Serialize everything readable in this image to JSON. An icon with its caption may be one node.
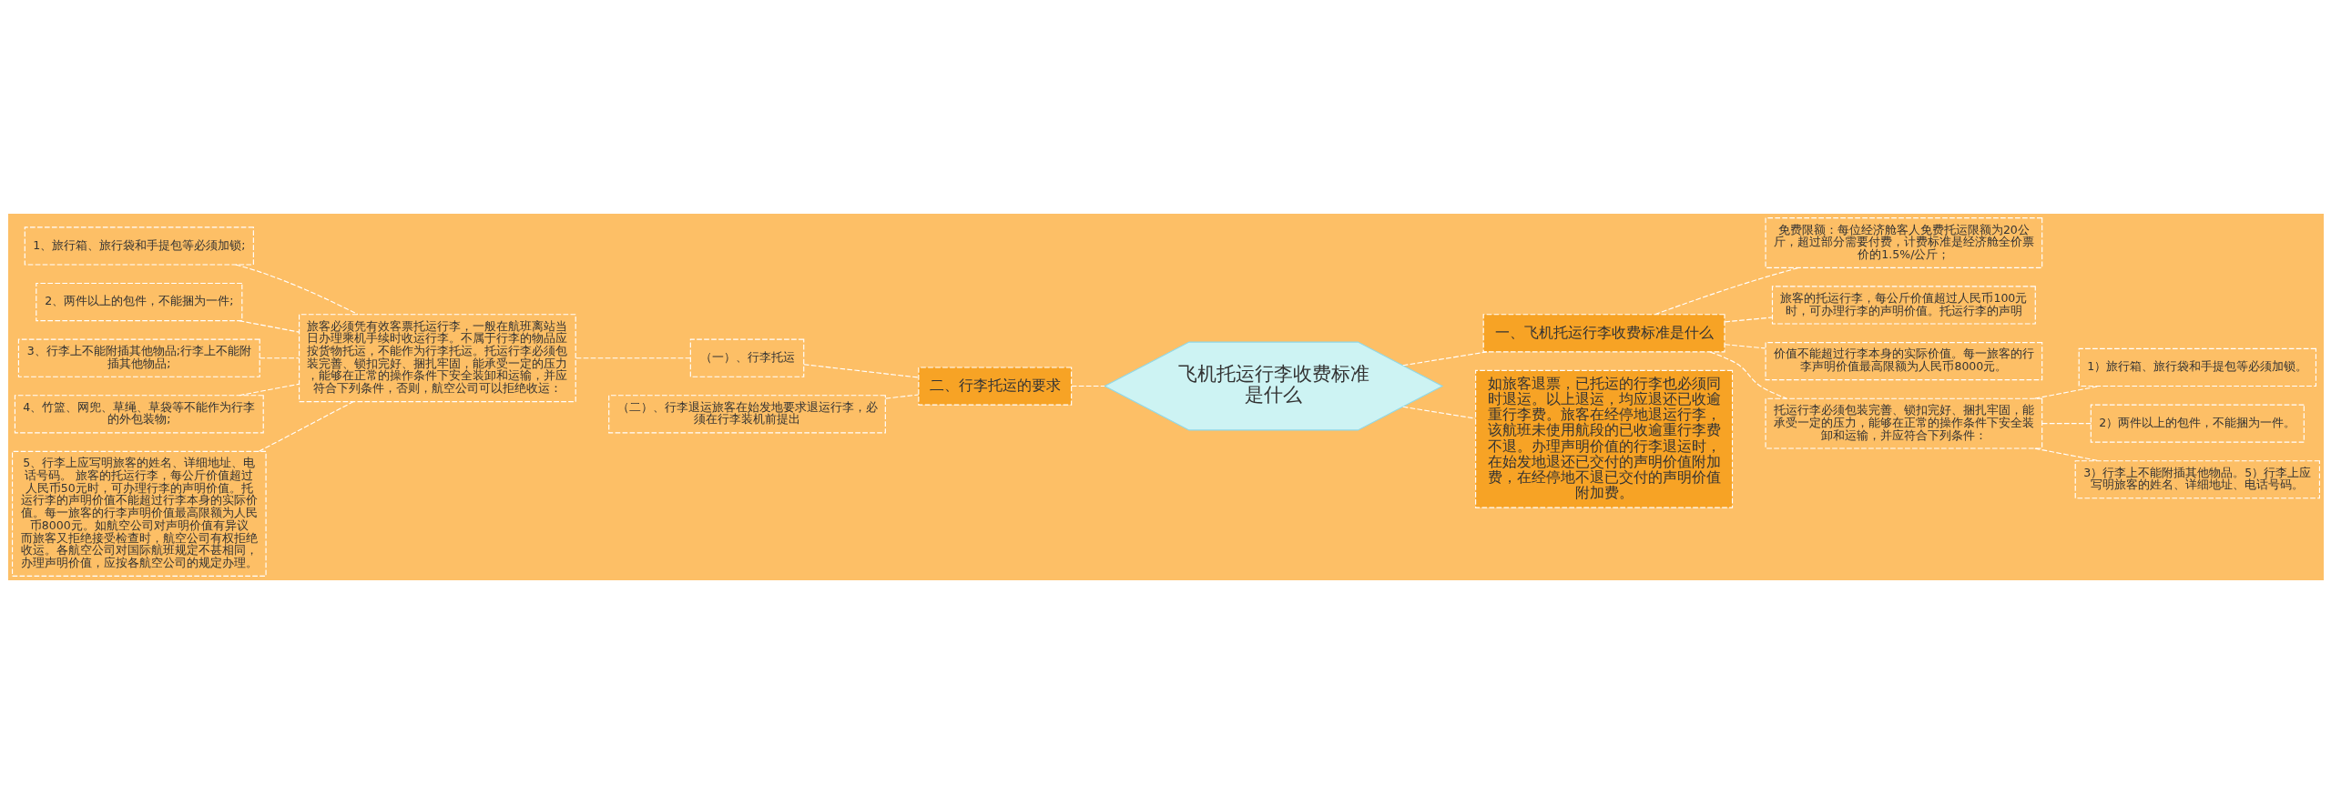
{
  "diagram": {
    "nodes": [
      {
        "text": [
          "飞机托运行李收费标准是什么"
        ]
      },
      {
        "text": [
          "一、飞机托运行李收费标准是什么"
        ]
      },
      {
        "text": [
          "免费限额：每位经济舱客人免费托运限额为20公斤，超过部分需要付费，计费标准是经济舱全价票价的1.5%/公斤；"
        ]
      },
      {
        "text": [
          "旅客的托运行李，每公斤价值超过人民币100元时，可办理行李的声明价值。托运行李的声明"
        ]
      },
      {
        "text": [
          "价值不能超过行李本身的实际价值。每一旅客的行李声明价值最高限额为人民币8000元。"
        ]
      },
      {
        "text": [
          "托运行李必须包装完善、锁扣完好、捆扎牢固，能承受一定的压力，能够在正常的操作条件下安全装卸和运输，并应符合下列条件："
        ]
      },
      {
        "text": [
          "1）旅行箱、旅行袋和手提包等必须加锁。"
        ]
      },
      {
        "text": [
          "2）两件以上的包件，不能捆为一件。"
        ]
      },
      {
        "text": [
          "3）行李上不能附插其他物品。5）行李上应写明旅客的姓名、详细地址、电话号码。"
        ]
      },
      {
        "text": [
          "如旅客退票，已托运的行李也必须同时退运。以上退运，均应退还已收逾重行李费。旅客在经停地退运行李，该航班未使用航段的已收逾重行李费不退。办理声明价值的行李退运时，在始发地退还已交付的声明价值附加费，在经停地不退已交付的声明价值附加费。"
        ]
      },
      {
        "text": [
          "二、行李托运的要求"
        ]
      },
      {
        "text": [
          "（一）、行李托运"
        ]
      },
      {
        "text": [
          "旅客必须凭有效客票托运行李，一般在航班离站当日办理乘机手续时收运行李。不属于行李的物品应按货物托运，不能作为行李托运。托运行李必须包装完善、锁扣完好、捆扎牢固，能承受一定的压力，能够在正常的操作条件下安全装卸和运输，并应符合下列条件，否则，航空公司可以拒绝收运："
        ]
      },
      {
        "text": [
          "1、旅行箱、旅行袋和手提包等必须加锁;"
        ]
      },
      {
        "text": [
          "2、两件以上的包件，不能捆为一件;"
        ]
      },
      {
        "text": [
          "3、行李上不能附插其他物品;行李上不能附插其他物品;"
        ]
      },
      {
        "text": [
          "4、竹篮、网兜、草绳、草袋等不能作为行李的外包装物;"
        ]
      },
      {
        "text": [
          "5、行李上应写明旅客的姓名、详细地址、电话号码。 旅客的托运行李，每公斤价值超过人民币50元时，可办理行李的声明价值。托运行李的声明价值不能超过行李本身的实际价值。每一旅客的行李声明价值最高限额为人民币8000元。如航空公司对声明价值有异议而旅客又拒绝接受检查时，航空公司有权拒绝收运。各航空公司对国际航班规定不甚相同，办理声明价值，应按各航空公司的规定办理。"
        ]
      },
      {
        "text": [
          "（二）、行李退运旅客在始发地要求退运行李，必须在行李装机前提出"
        ]
      }
    ],
    "edges": [
      {
        "from": 0,
        "to": 1,
        "arrow": "none",
        "style": "dashed"
      },
      {
        "from": 1,
        "to": 2,
        "arrow": "none",
        "style": "dashed"
      },
      {
        "from": 1,
        "to": 3,
        "arrow": "none",
        "style": "dashed"
      },
      {
        "from": 1,
        "to": 4,
        "arrow": "none",
        "style": "dashed"
      },
      {
        "from": 1,
        "to": 5,
        "arrow": "none",
        "style": "dashed"
      },
      {
        "from": 5,
        "to": 6,
        "arrow": "none",
        "style": "dashed"
      },
      {
        "from": 5,
        "to": 7,
        "arrow": "none",
        "style": "dashed"
      },
      {
        "from": 5,
        "to": 8,
        "arrow": "none",
        "style": "dashed"
      },
      {
        "from": 0,
        "to": 9,
        "arrow": "none",
        "style": "dashed"
      },
      {
        "from": 0,
        "to": 10,
        "arrow": "none",
        "style": "dashed"
      },
      {
        "from": 10,
        "to": 11,
        "arrow": "none",
        "style": "dashed"
      },
      {
        "from": 11,
        "to": 12,
        "arrow": "none",
        "style": "dashed"
      },
      {
        "from": 12,
        "to": 13,
        "arrow": "none",
        "style": "dashed"
      },
      {
        "from": 12,
        "to": 14,
        "arrow": "none",
        "style": "dashed"
      },
      {
        "from": 12,
        "to": 15,
        "arrow": "none",
        "style": "dashed"
      },
      {
        "from": 12,
        "to": 16,
        "arrow": "none",
        "style": "dashed"
      },
      {
        "from": 12,
        "to": 17,
        "arrow": "none",
        "style": "dashed"
      },
      {
        "from": 10,
        "to": 18,
        "arrow": "none",
        "style": "dashed"
      }
    ]
  }
}
